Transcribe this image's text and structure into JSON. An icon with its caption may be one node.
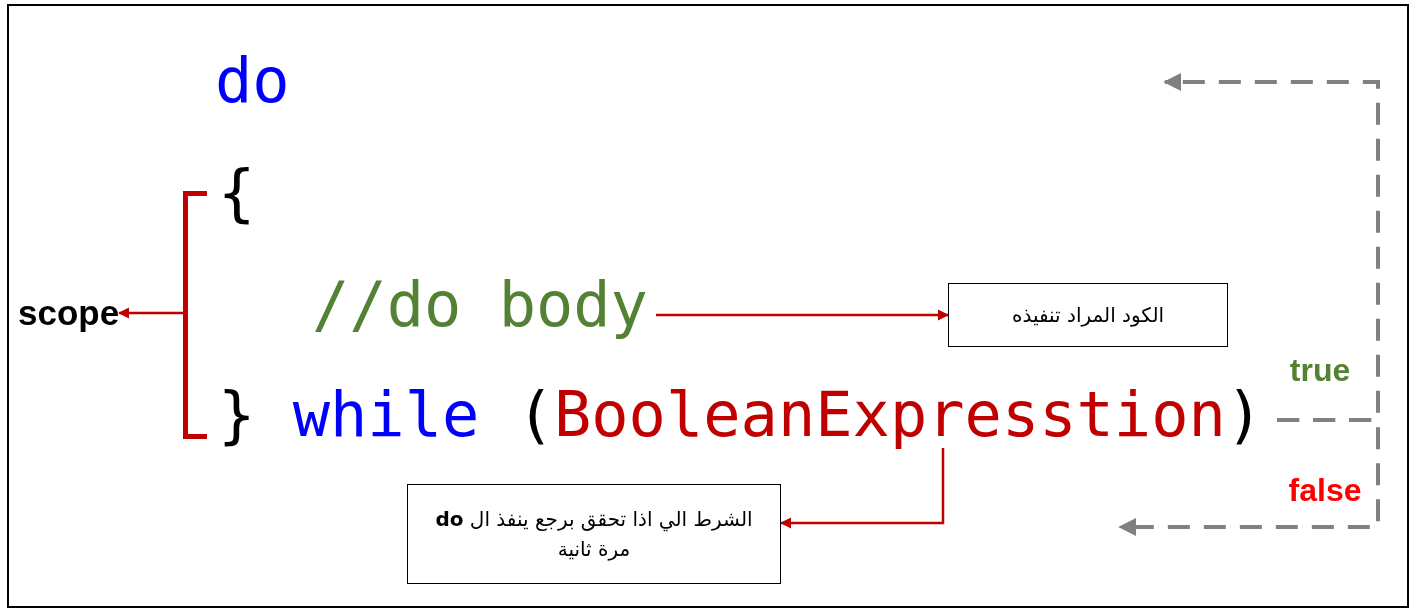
{
  "diagram": {
    "nodes": [
      {
        "text": [
          "do"
        ]
      },
      {
        "text": [
          "{"
        ]
      },
      {
        "text": [],
        "shape": "bracket"
      },
      {
        "text": [
          "scope"
        ]
      },
      {
        "text": [
          "//do body"
        ]
      },
      {
        "text": [
          "الكود المراد تنفيذه"
        ]
      },
      {
        "text": [
          "}",
          "while",
          "(",
          "BooleanExpresstion",
          ")"
        ]
      },
      {
        "text": [
          "الشرط الي اذا تحقق برجع ينفذ ال **do** مرة ثانية"
        ]
      }
    ],
    "edges": [
      {
        "from": 2,
        "to": 3,
        "arrow": "to"
      },
      {
        "from": 4,
        "to": 5,
        "arrow": "to"
      },
      {
        "from": 6,
        "to": 7,
        "arrow": "to"
      },
      {
        "from": 6,
        "to": null,
        "arrow": "to",
        "label": "true",
        "style": "dashed",
        "color": "#808080"
      },
      {
        "from": 6,
        "to": null,
        "arrow": "to",
        "label": "false",
        "style": "dashed",
        "color": "#808080"
      }
    ]
  }
}
